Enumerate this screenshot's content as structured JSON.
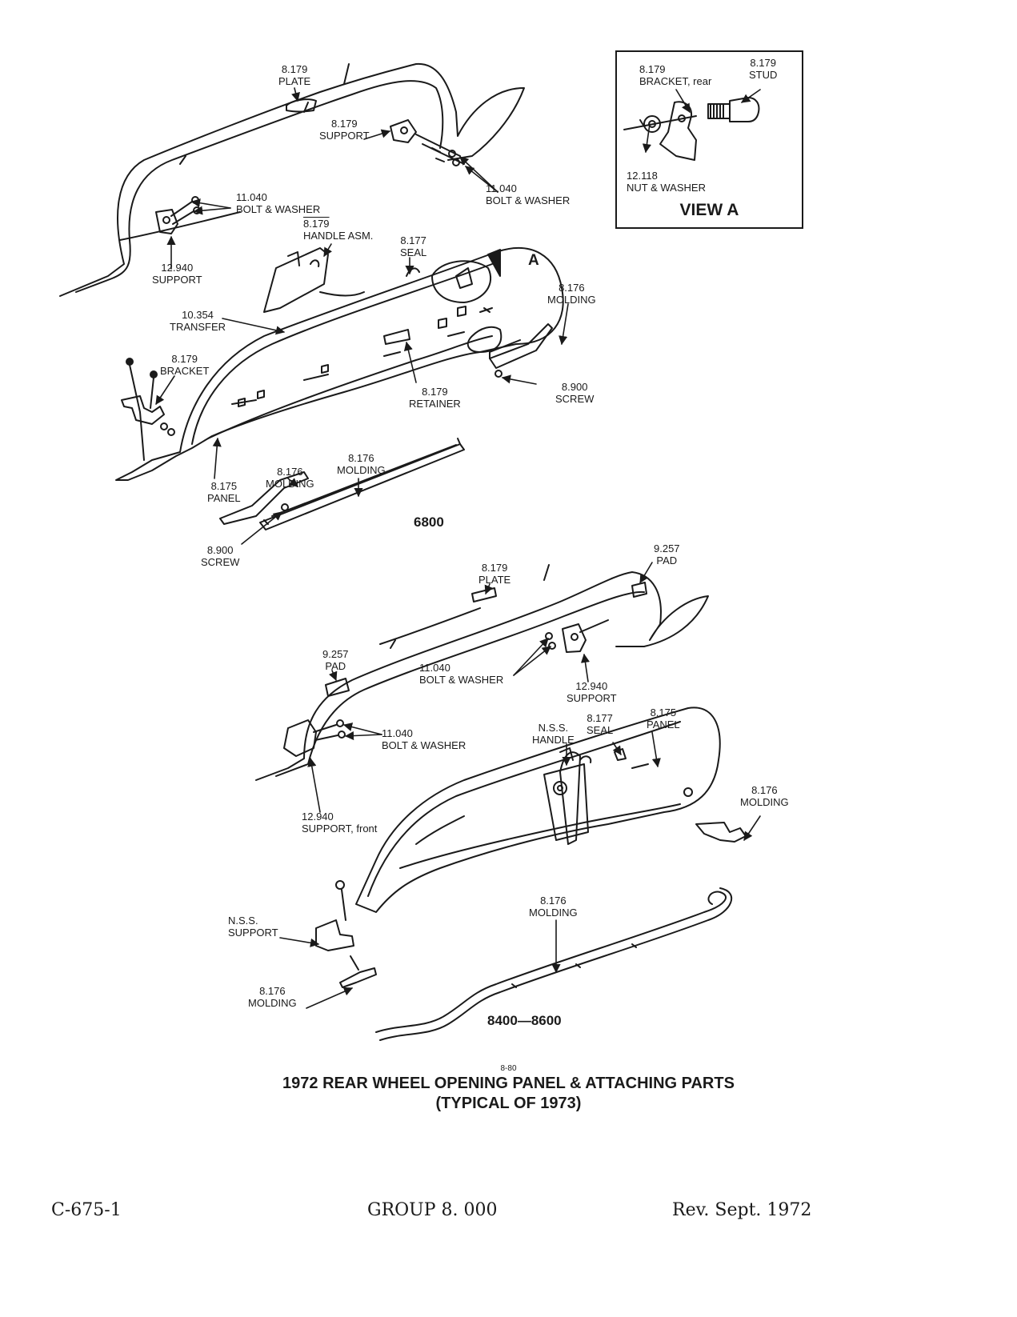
{
  "labels": {
    "top_plate": [
      "8.179",
      "PLATE"
    ],
    "top_support": [
      "8.179",
      "SUPPORT"
    ],
    "top_bolt_right": [
      "11.040",
      "BOLT & WASHER"
    ],
    "top_bolt_left": [
      "11.040",
      "BOLT & WASHER"
    ],
    "handle_asm": [
      "8.179",
      "HANDLE ASM."
    ],
    "support_12940": [
      "12.940",
      "SUPPORT"
    ],
    "seal": [
      "8.177",
      "SEAL"
    ],
    "view_marker": "A",
    "molding_right": [
      "8.176",
      "MOLDING"
    ],
    "transfer": [
      "10.354",
      "TRANSFER"
    ],
    "bracket": [
      "8.179",
      "BRACKET"
    ],
    "retainer": [
      "8.179",
      "RETAINER"
    ],
    "screw_right": [
      "8.900",
      "SCREW"
    ],
    "panel": [
      "8.175",
      "PANEL"
    ],
    "molding_small": [
      "8.176",
      "MOLDING"
    ],
    "molding_long": [
      "8.176",
      "MOLDING"
    ],
    "screw_left": [
      "8.900",
      "SCREW"
    ],
    "b_plate": [
      "8.179",
      "PLATE"
    ],
    "b_pad_right": [
      "9.257",
      "PAD"
    ],
    "b_pad_left": [
      "9.257",
      "PAD"
    ],
    "b_bolt_mid": [
      "11.040",
      "BOLT & WASHER"
    ],
    "b_support_mid": [
      "12.940",
      "SUPPORT"
    ],
    "b_bolt_left": [
      "11.040",
      "BOLT & WASHER"
    ],
    "b_support_front": [
      "12.940",
      "SUPPORT, front"
    ],
    "b_nss_handle": [
      "N.S.S.",
      "HANDLE"
    ],
    "b_seal": [
      "8.177",
      "SEAL"
    ],
    "b_panel": [
      "8.175",
      "PANEL"
    ],
    "b_molding_right": [
      "8.176",
      "MOLDING"
    ],
    "b_nss_support": [
      "N.S.S.",
      "SUPPORT"
    ],
    "b_molding_long": [
      "8.176",
      "MOLDING"
    ],
    "b_molding_front": [
      "8.176",
      "MOLDING"
    ]
  },
  "view_a": {
    "title": "VIEW A",
    "bracket": [
      "8.179",
      "BRACKET, rear"
    ],
    "stud": [
      "8.179",
      "STUD"
    ],
    "nut": [
      "12.118",
      "NUT & WASHER"
    ]
  },
  "models": {
    "upper": "6800",
    "lower": "8400—8600"
  },
  "figure_number": "8-80",
  "caption": {
    "line1": "1972 REAR WHEEL OPENING PANEL & ATTACHING PARTS",
    "line2": "(TYPICAL OF 1973)"
  },
  "footer": {
    "left": "C-675-1",
    "center": "GROUP 8. 000",
    "right": "Rev. Sept. 1972"
  }
}
